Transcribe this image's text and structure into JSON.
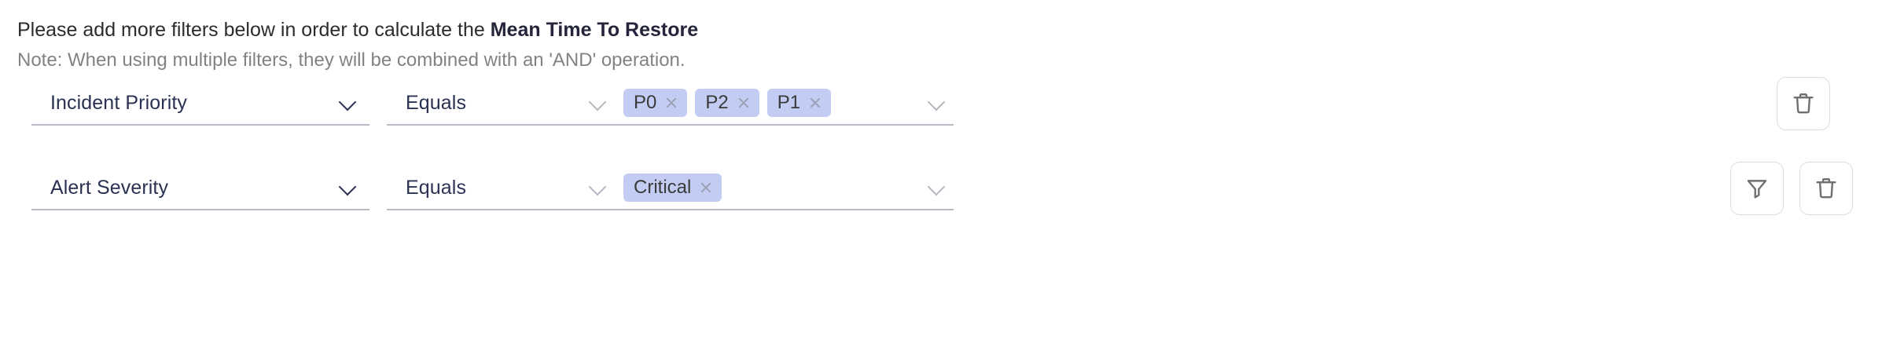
{
  "heading": {
    "prefix": "Please add more filters below in order to calculate the ",
    "metric": "Mean Time To Restore"
  },
  "note": {
    "text": "Note: When using multiple filters, they will be combined with an 'AND' operation."
  },
  "colors": {
    "chip_background": "#c3cdf3",
    "field_text": "#2b3152",
    "underline": "#b9bcc4",
    "note_text": "#828282",
    "icon_stroke": "#707070",
    "button_border": "#dcdde1"
  },
  "filters": [
    {
      "attribute": "Incident Priority",
      "attribute_chevron": "chevron-down-icon",
      "operator": "Equals",
      "operator_chevron": "chevron-down-icon",
      "values": [
        "P0",
        "P2",
        "P1"
      ],
      "value_chevron": "chevron-down-icon",
      "actions": [
        "delete-icon"
      ]
    },
    {
      "attribute": "Alert Severity",
      "attribute_chevron": "chevron-down-icon",
      "operator": "Equals",
      "operator_chevron": "chevron-down-icon",
      "values": [
        "Critical"
      ],
      "value_chevron": "chevron-down-icon",
      "actions": [
        "filter-icon",
        "delete-icon"
      ]
    }
  ]
}
